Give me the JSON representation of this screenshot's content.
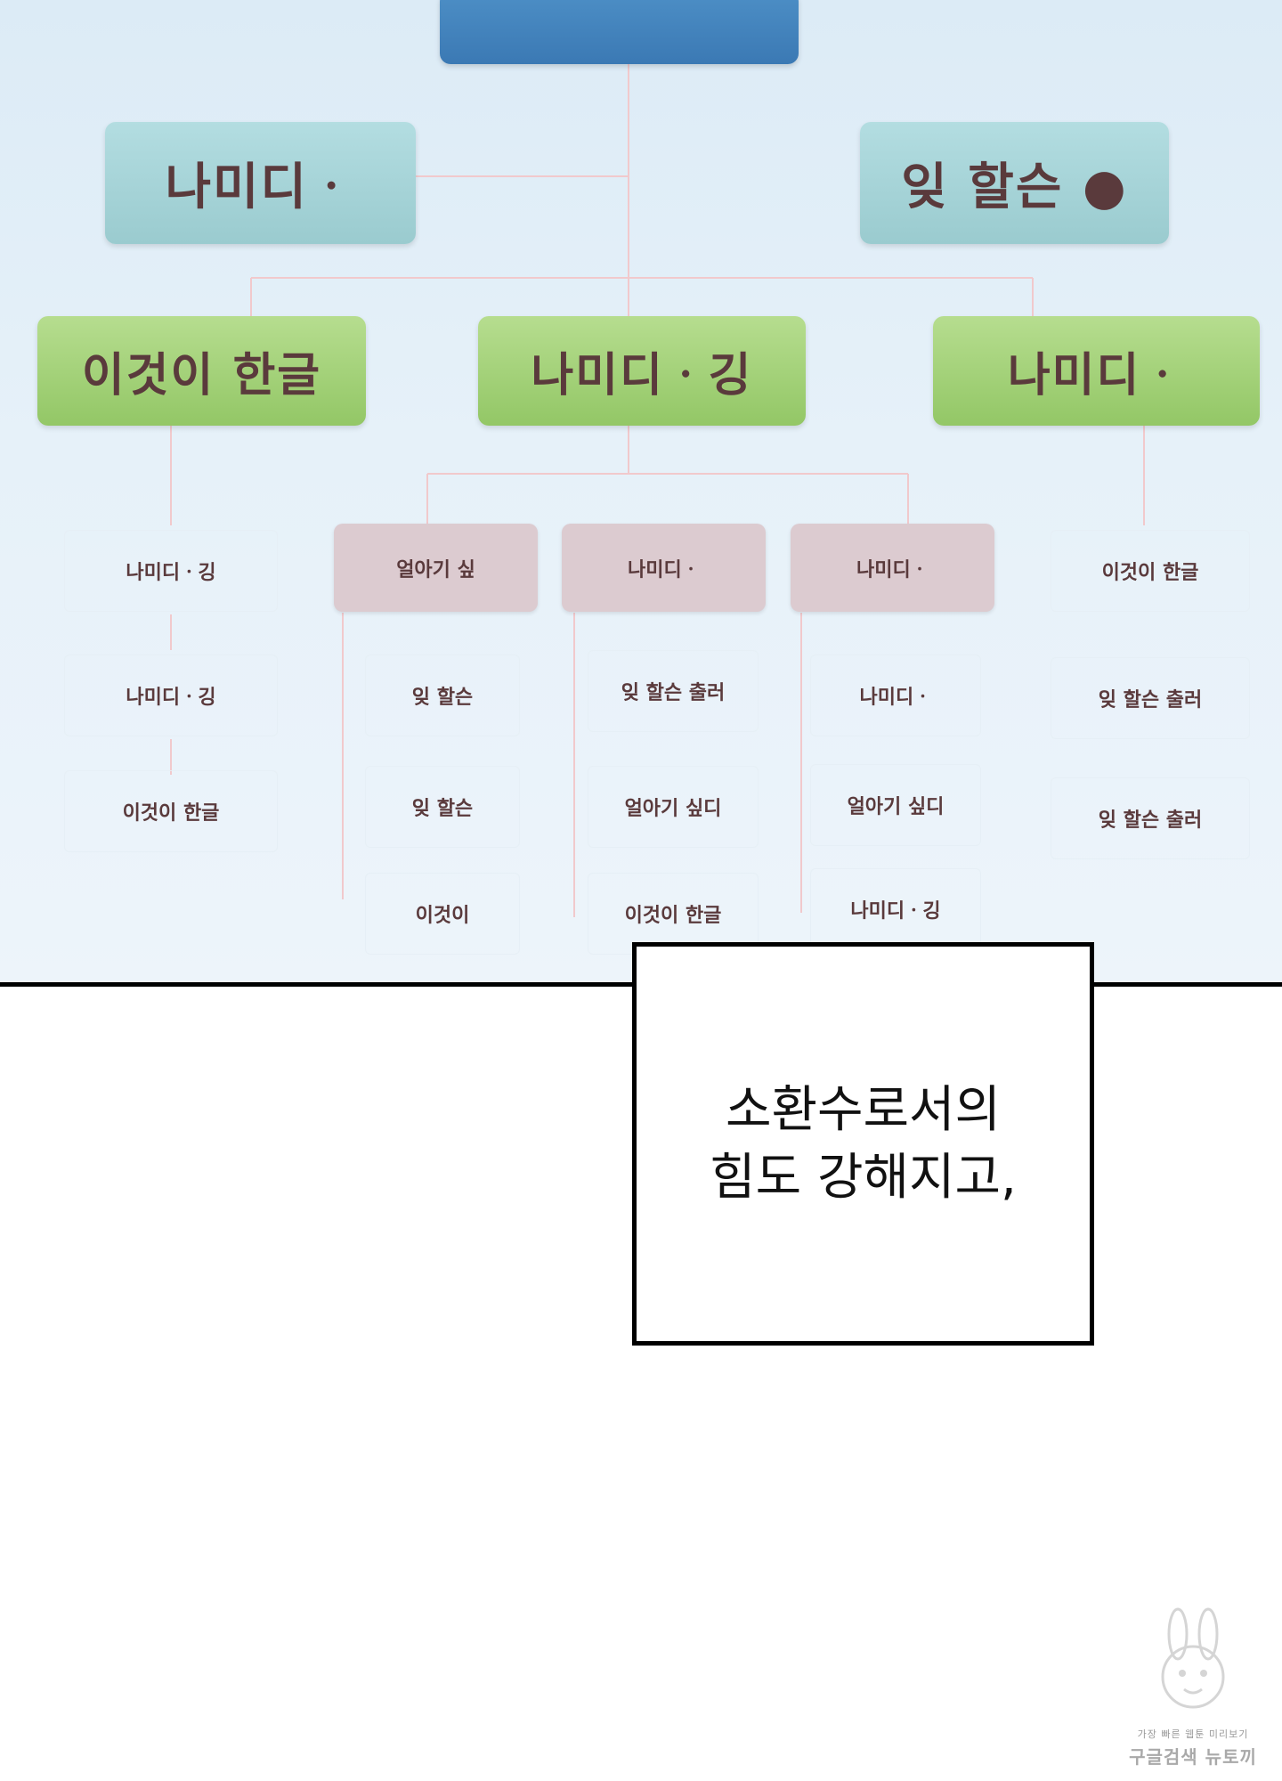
{
  "org_chart": {
    "root": {
      "label": ""
    },
    "level1": [
      {
        "label": "나미디ㆍ"
      },
      {
        "label": "잊 할슨 ●"
      }
    ],
    "level2": [
      {
        "label": "이것이 한글"
      },
      {
        "label": "나미디ㆍ깅"
      },
      {
        "label": "나미디ㆍ"
      }
    ],
    "level3": [
      {
        "label": "얼아기 싶"
      },
      {
        "label": "나미디ㆍ"
      },
      {
        "label": "나미디ㆍ"
      }
    ],
    "leaf_columns": [
      [
        "나미디ㆍ깅",
        "나미디ㆍ깅",
        "이것이 한글"
      ],
      [
        "잊 할슨",
        "잊 할슨",
        "이것이"
      ],
      [
        "잊 할슨 출러",
        "얼아기 싶디",
        "이것이 한글"
      ],
      [
        "나미디ㆍ",
        "얼아기 싶디",
        "나미디ㆍ깅"
      ],
      [
        "이것이 한글",
        "잊 할슨 출러",
        "잊 할슨 출러"
      ]
    ]
  },
  "caption": {
    "line1": "소환수로서의",
    "line2": "힘도 강해지고,"
  },
  "watermark": {
    "small_text": "가장 빠른 웹툰 미리보기",
    "big_text": "구글검색 뉴토끼"
  }
}
